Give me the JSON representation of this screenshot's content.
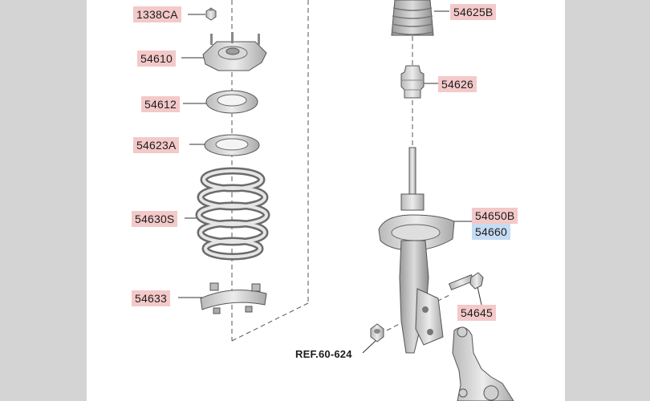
{
  "diagram": {
    "parts": [
      {
        "id": "p1338ca",
        "label": "1338CA",
        "highlight": "#f4c9c9"
      },
      {
        "id": "p54610",
        "label": "54610",
        "highlight": "#f4c9c9"
      },
      {
        "id": "p54612",
        "label": "54612",
        "highlight": "#f4c9c9"
      },
      {
        "id": "p54623a",
        "label": "54623A",
        "highlight": "#f4c9c9"
      },
      {
        "id": "p54630s",
        "label": "54630S",
        "highlight": "#f4c9c9"
      },
      {
        "id": "p54633",
        "label": "54633",
        "highlight": "#f4c9c9"
      },
      {
        "id": "p54625b",
        "label": "54625B",
        "highlight": "#f4c9c9"
      },
      {
        "id": "p54626",
        "label": "54626",
        "highlight": "#f4c9c9"
      },
      {
        "id": "p54650b",
        "label": "54650B",
        "highlight": "#f4c9c9"
      },
      {
        "id": "p54660",
        "label": "54660",
        "highlight": "#c6dcf4"
      },
      {
        "id": "p54645",
        "label": "54645",
        "highlight": "#f4c9c9"
      }
    ],
    "reference": {
      "label": "REF.60-624"
    }
  }
}
